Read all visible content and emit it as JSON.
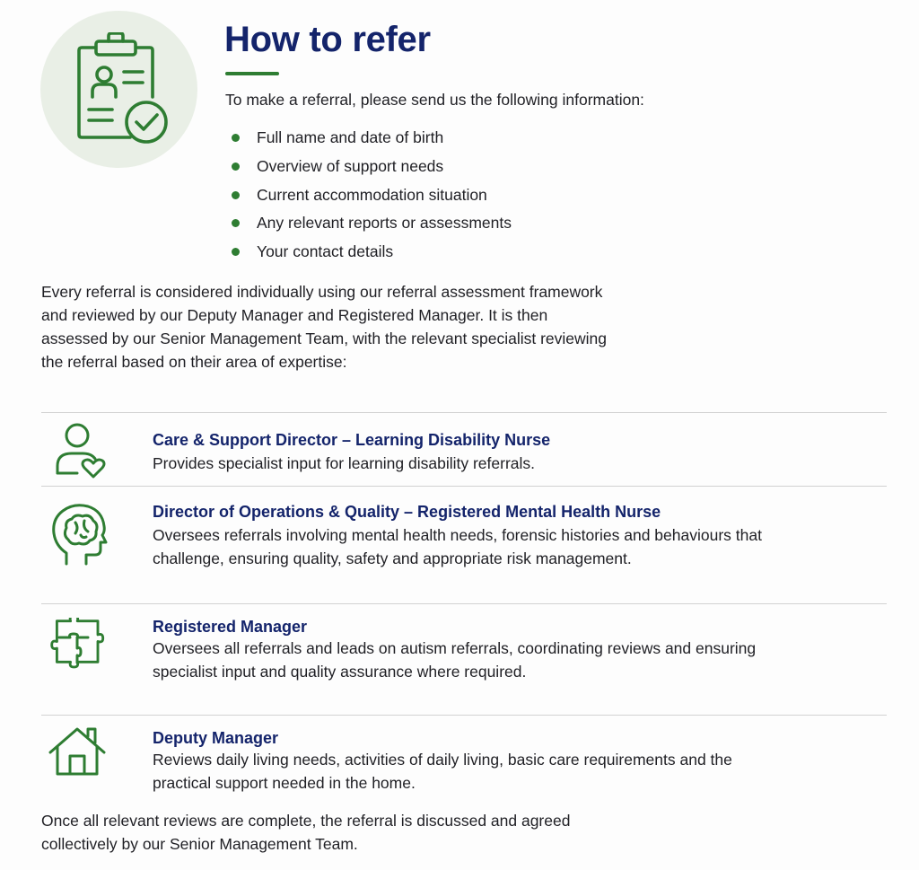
{
  "header": {
    "title": "How to refer",
    "intro": "To make a referral, please send us the following information:"
  },
  "requirements": [
    "Full name and date of birth",
    "Overview of support needs",
    "Current accommodation situation",
    "Any relevant reports or assessments",
    "Your contact details"
  ],
  "assessment_paragraph": "Every referral is considered individually using our referral assessment framework and reviewed by our Deputy Manager and Registered Manager. It is then assessed by our Senior Management Team, with the relevant specialist reviewing the referral based on their area of expertise:",
  "roles": [
    {
      "icon": "person-heart-icon",
      "title": "Care & Support Director – Learning Disability Nurse",
      "description": "Provides specialist input for learning disability referrals."
    },
    {
      "icon": "brain-head-icon",
      "title": "Director of Operations & Quality – Registered Mental Health Nurse",
      "description": "Oversees referrals involving mental health needs, forensic histories and behaviours that challenge, ensuring quality, safety and appropriate risk management."
    },
    {
      "icon": "puzzle-piece-icon",
      "title": "Registered Manager",
      "description": "Oversees all referrals and leads on autism referrals, coordinating reviews and ensuring specialist input and quality assurance where required."
    },
    {
      "icon": "house-icon",
      "title": "Deputy Manager",
      "description": "Reviews daily living needs, activities of daily living, basic care requirements and the practical support needed in the home."
    }
  ],
  "closing_paragraph": "Once all relevant reviews are complete, the referral is discussed and agreed collectively by our Senior Management Team.",
  "colors": {
    "heading_navy": "#14246b",
    "accent_green": "#2e7d32",
    "icon_circle_bg": "#e9efe6",
    "text": "#1f1f24",
    "divider": "#d2d2d2"
  }
}
